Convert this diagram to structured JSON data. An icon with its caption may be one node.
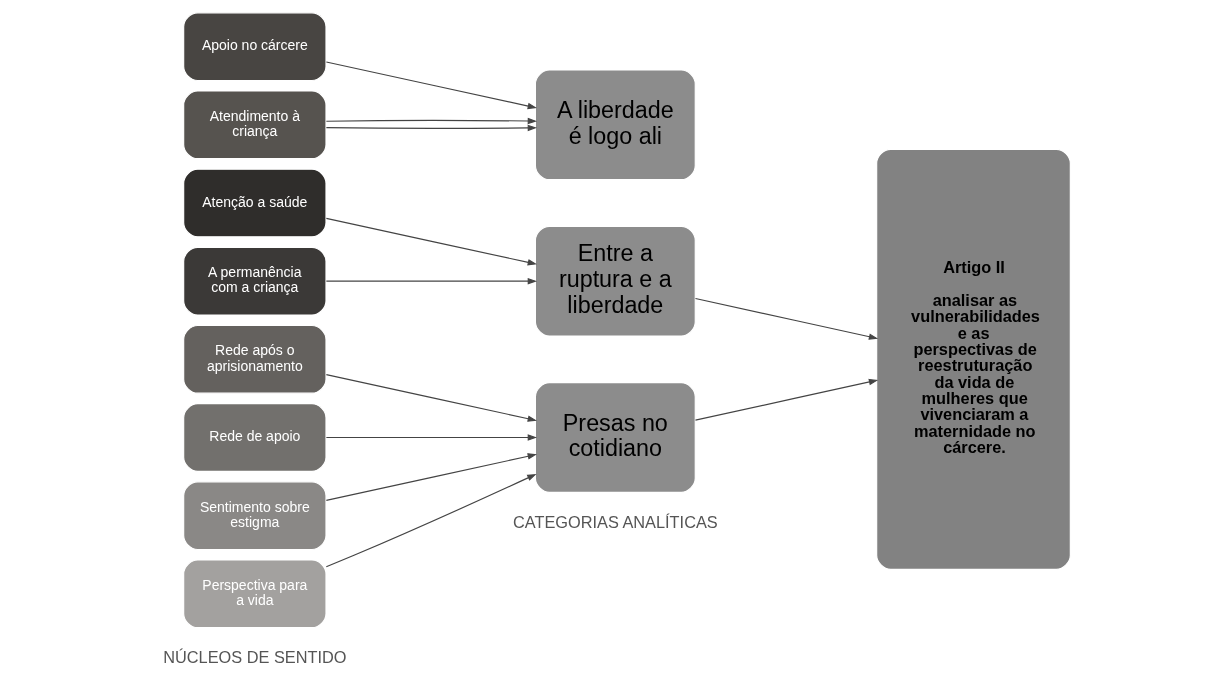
{
  "diagram": {
    "nodes": [
      {
        "text": [
          "Atenção a saúde"
        ]
      },
      {
        "text": [
          "A permanência com a criança"
        ]
      },
      {
        "text": [
          "Apoio no cárcere"
        ]
      },
      {
        "text": [
          "Atendimento à criança"
        ]
      },
      {
        "text": [
          "Rede após o aprisionamento"
        ]
      },
      {
        "text": [
          "Rede de apoio"
        ]
      },
      {
        "text": [
          "Sentimento sobre estigma"
        ]
      },
      {
        "text": [
          "Perspectiva para a vida"
        ]
      },
      {
        "text": [
          "Entre a ruptura e a liberdade"
        ]
      },
      {
        "text": [
          "A liberdade é logo ali"
        ]
      },
      {
        "text": [
          "Presas no cotidiano"
        ]
      },
      {
        "text": [
          "Artigo II",
          "analisar as vulnerabilidades e as perspectivas de reestruturação da vida de mulheres que vivenciaram a maternidade no cárcere."
        ]
      }
    ],
    "edges": [
      {
        "from": 0,
        "to": 8,
        "arrow": "to"
      },
      {
        "from": 1,
        "to": 8,
        "arrow": "to"
      },
      {
        "from": 2,
        "to": 9,
        "arrow": "to"
      },
      {
        "from": 3,
        "to": 9,
        "arrow": "to"
      },
      {
        "from": 3,
        "to": 9,
        "arrow": "to"
      },
      {
        "from": 4,
        "to": 10,
        "arrow": "to"
      },
      {
        "from": 5,
        "to": 10,
        "arrow": "to"
      },
      {
        "from": 6,
        "to": 10,
        "arrow": "to"
      },
      {
        "from": 7,
        "to": 10,
        "arrow": "to"
      },
      {
        "from": 8,
        "to": 11,
        "arrow": "to"
      },
      {
        "from": 10,
        "to": 11,
        "arrow": "to"
      }
    ],
    "labels": [
      "NÚCLEOS DE SENTIDO",
      "CATEGORIAS ANALÍTICAS"
    ]
  }
}
